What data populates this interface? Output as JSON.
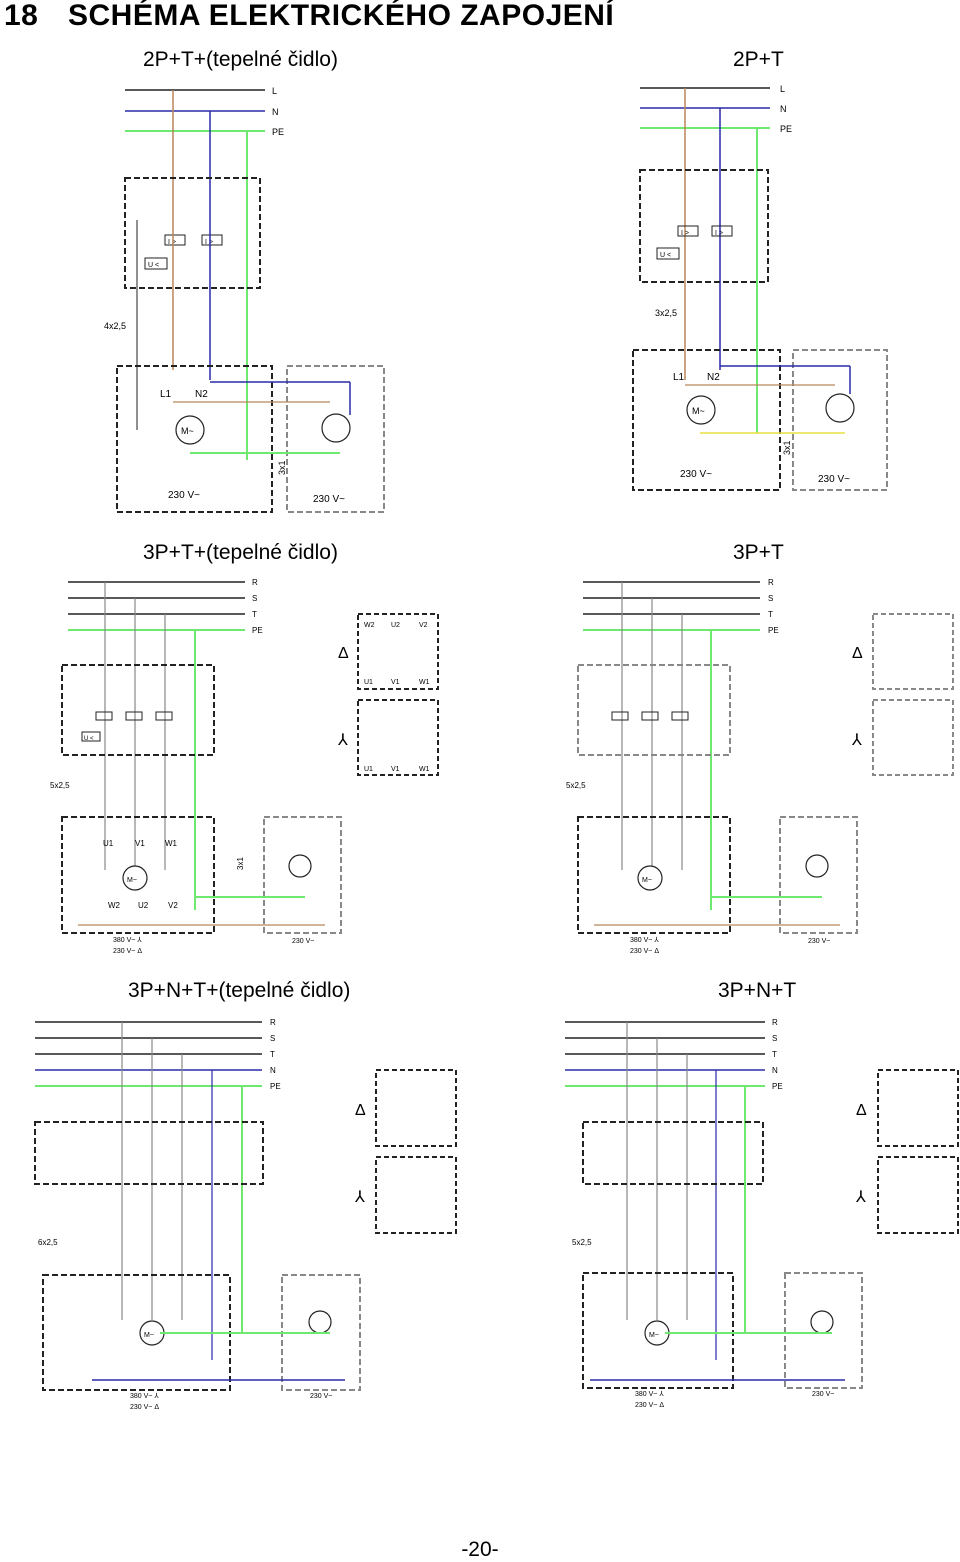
{
  "header": {
    "number": "18",
    "title": "SCHÉMA ELEKTRICKÉHO ZAPOJENÍ"
  },
  "sections": [
    {
      "id": "2p-thermal",
      "title": "2P+T+(tepelné čidlo)"
    },
    {
      "id": "2p",
      "title": "2P+T"
    },
    {
      "id": "3p-thermal",
      "title": "3P+T+(tepelné čidlo)"
    },
    {
      "id": "3p",
      "title": "3P+T"
    },
    {
      "id": "3pn-thermal",
      "title": "3P+N+T+(tepelné čidlo)"
    },
    {
      "id": "3pn",
      "title": "3P+N+T"
    }
  ],
  "labels": {
    "L": "L",
    "N": "N",
    "PE": "PE",
    "R": "R",
    "S": "S",
    "T": "T",
    "cable_4x25": "4x2,5",
    "cable_3x25": "3x2,5",
    "cable_5x25": "5x2,5",
    "cable_6x25": "6x2,5",
    "cable_3x1": "3x1",
    "L1": "L1",
    "N2": "N2",
    "motor": "M~",
    "uv": "U <",
    "ovl": "I >",
    "v230": "230 V~",
    "v380y": "380 V~ ⅄",
    "v230d": "230 V~ Δ",
    "U1": "U1",
    "V1": "V1",
    "W1": "W1",
    "U2": "U2",
    "V2": "V2",
    "W2": "W2",
    "delta": "Δ",
    "star": "⅄"
  },
  "colors": {
    "brown": "#b8865a",
    "blue": "#2a2aa8",
    "green": "#6ee86e",
    "yellow": "#e8e040",
    "grey": "#888888",
    "black": "#222222"
  },
  "footer": {
    "page": "-20-"
  }
}
